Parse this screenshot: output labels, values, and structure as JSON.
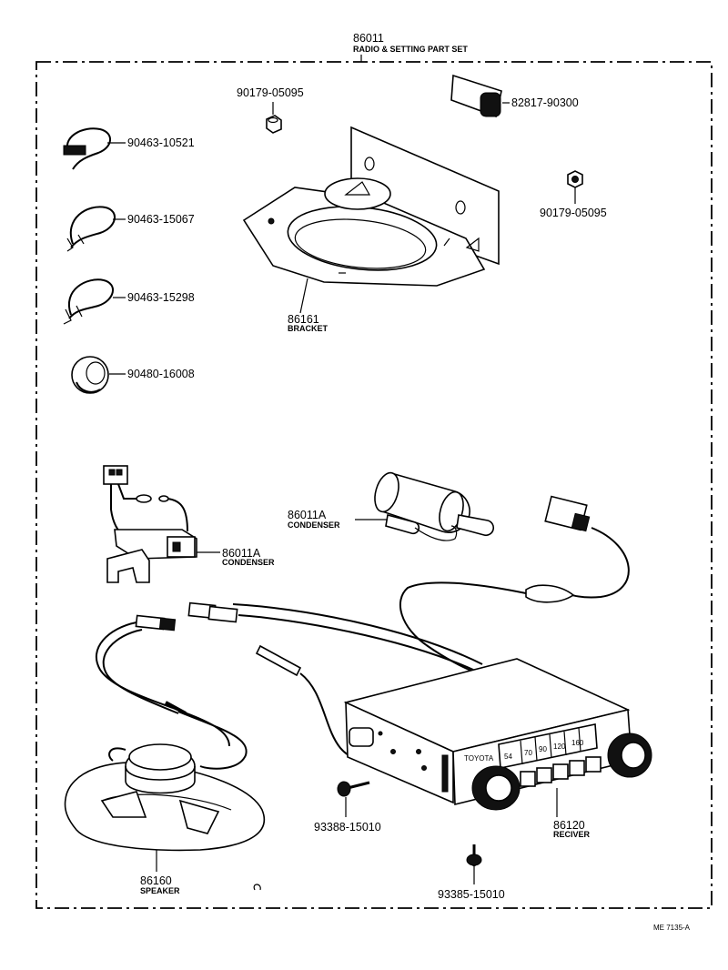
{
  "set": {
    "part_no": "86011",
    "name": "RADIO & SETTING PART SET"
  },
  "parts": {
    "nut_top": "90179-05095",
    "nut_right": "90179-05095",
    "tag": "82817-90300",
    "clamp1": "90463-10521",
    "clamp2": "90463-15067",
    "clamp3": "90463-15298",
    "grommet": "90480-16008",
    "bracket": {
      "part_no": "86161",
      "name": "BRACKET"
    },
    "condenser_a": {
      "part_no": "86011A",
      "name": "CONDENSER"
    },
    "condenser_b": {
      "part_no": "86011A",
      "name": "CONDENSER"
    },
    "screw1": "93388-15010",
    "screw2": "93385-15010",
    "receiver": {
      "part_no": "86120",
      "name": "RECIVER"
    },
    "speaker": {
      "part_no": "86160",
      "name": "SPEAKER"
    }
  },
  "radio_dial": {
    "brand": "TOYOTA",
    "scale": [
      "54",
      "70",
      "90",
      "120",
      "160"
    ],
    "push_button_count": 5
  },
  "drawing_code": "ME 7135-A"
}
